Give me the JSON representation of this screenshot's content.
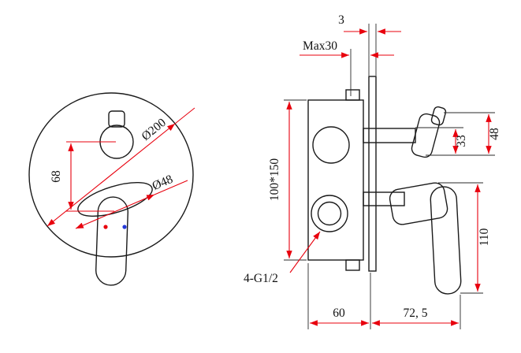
{
  "drawing": {
    "labels": {
      "dia200": "Ø200",
      "dia48": "Ø48",
      "d68": "68",
      "d3": "3",
      "max30": "Max30",
      "body": "100*150",
      "d33": "33",
      "d48": "48",
      "d110": "110",
      "thread": "4-G1/2",
      "d60": "60",
      "d72_5": "72, 5"
    },
    "colors": {
      "outline": "#1a1a1a",
      "dimension": "#e8000d",
      "hot_dot": "#e8000d",
      "cold_dot": "#2438d8"
    }
  }
}
